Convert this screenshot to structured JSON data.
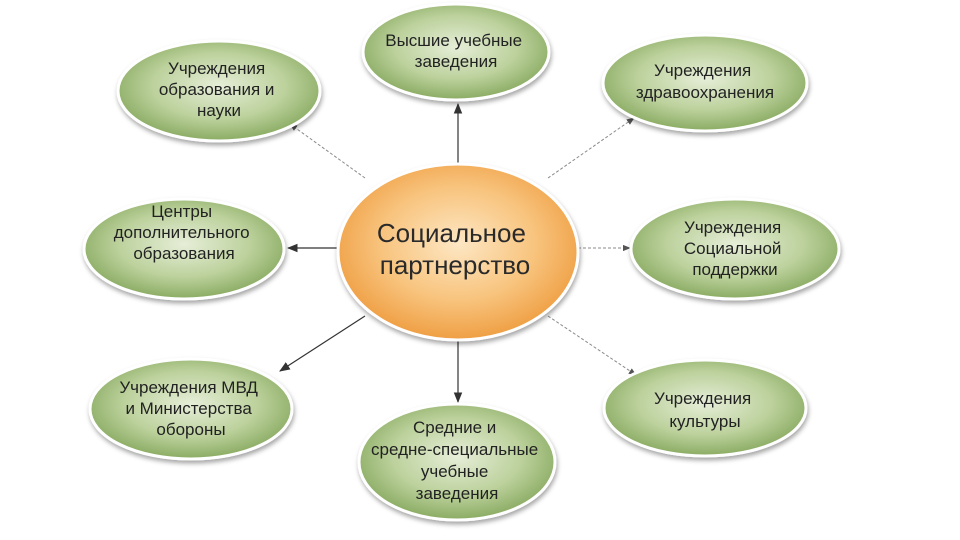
{
  "diagram": {
    "center": {
      "lines": [
        "Социальное",
        "партнерство"
      ]
    },
    "nodes": [
      {
        "id": "top",
        "lines": [
          "Высшие учебные",
          "заведения"
        ]
      },
      {
        "id": "top-left",
        "lines": [
          "Учреждения",
          "образования и",
          "науки"
        ]
      },
      {
        "id": "top-right",
        "lines": [
          "Учреждения",
          "здравоохранения"
        ]
      },
      {
        "id": "left",
        "lines": [
          "Центры",
          "дополнительного",
          "образования"
        ]
      },
      {
        "id": "right",
        "lines": [
          "Учреждения",
          "Социальной",
          "поддержки"
        ]
      },
      {
        "id": "bottom-left",
        "lines": [
          "Учреждения МВД",
          "и Министерства",
          "обороны"
        ]
      },
      {
        "id": "bottom-right",
        "lines": [
          "Учреждения",
          "культуры"
        ]
      },
      {
        "id": "bottom",
        "lines": [
          "Средние и",
          "средне-специальные",
          "учебные",
          "заведения"
        ]
      }
    ],
    "colors": {
      "node_fill": "#92b468",
      "node_fill_light": "#dfe9cf",
      "node_border": "#ffffff",
      "center_fill": "#f2a24a",
      "center_fill_light": "#fde3bb",
      "arrow": "#333333"
    }
  }
}
